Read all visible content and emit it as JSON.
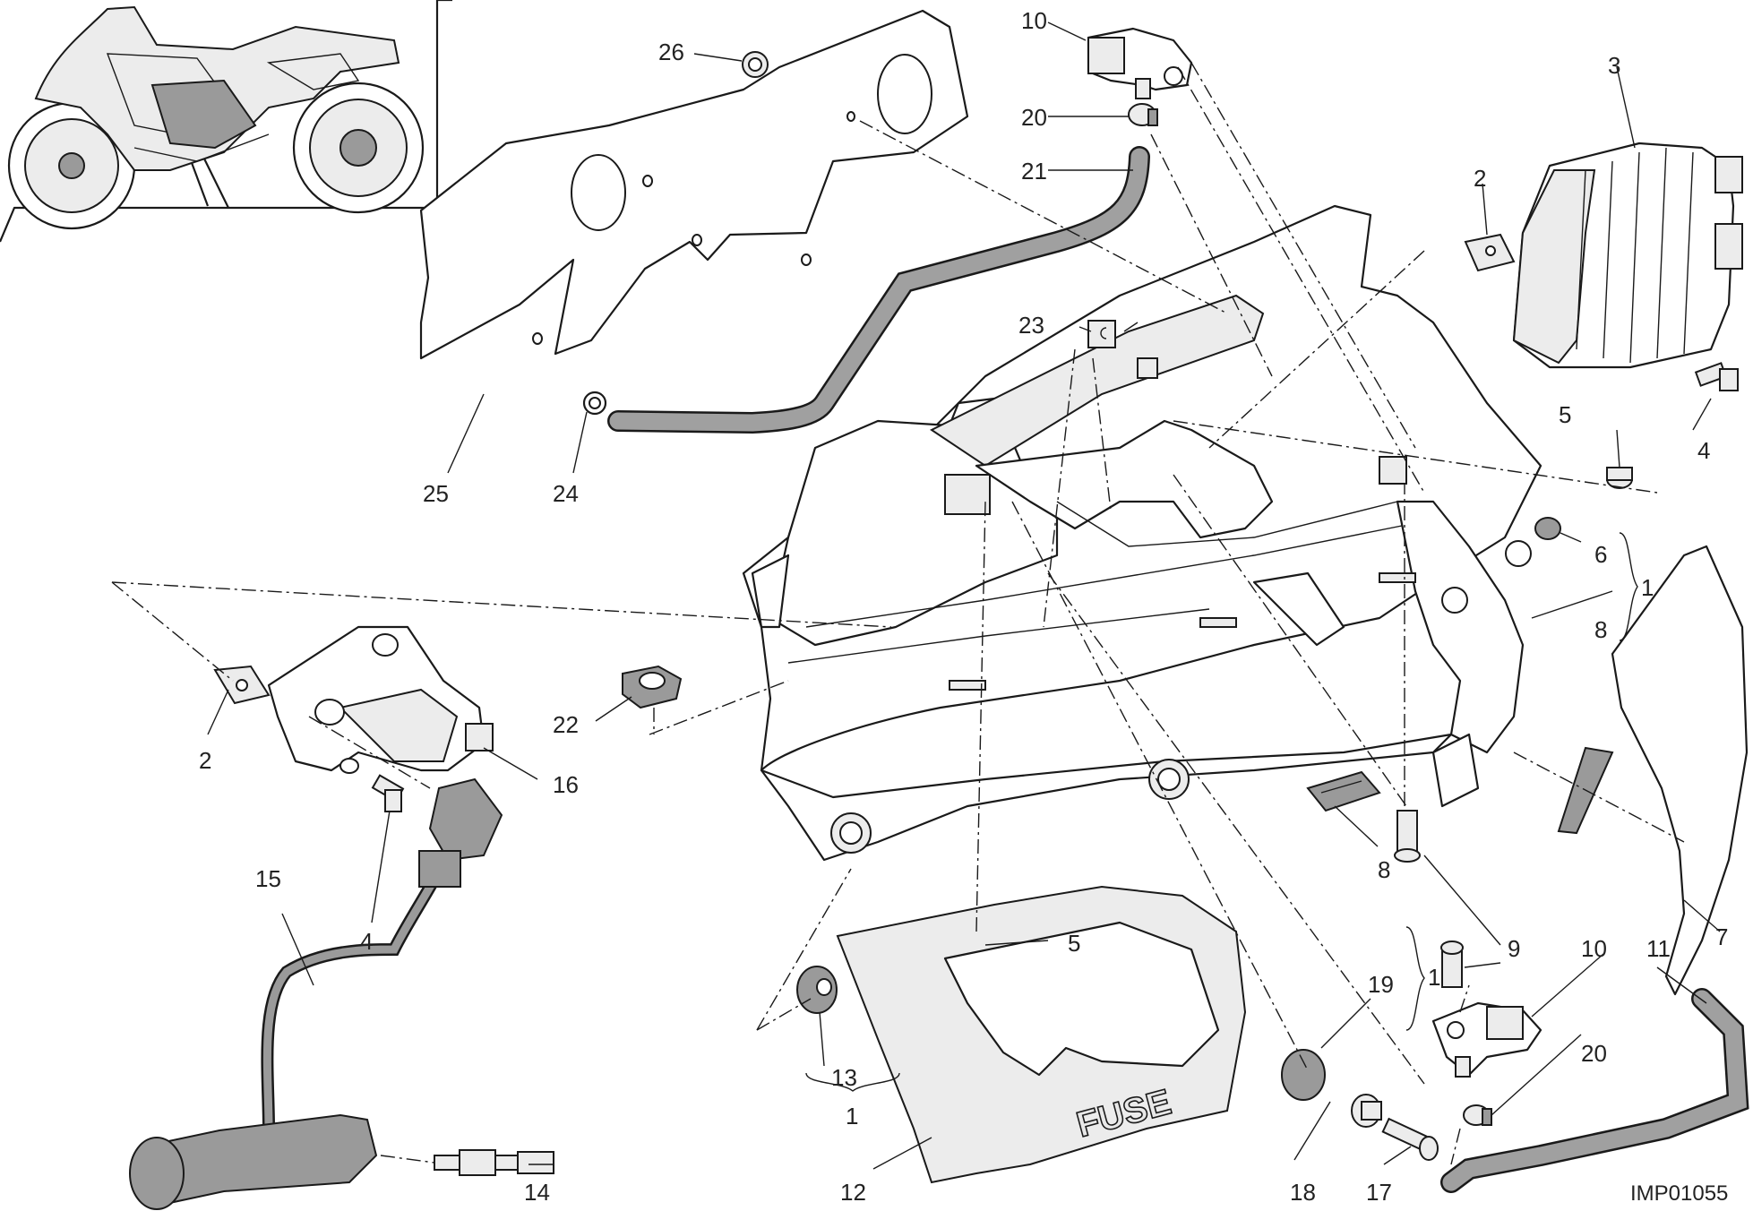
{
  "diagram": {
    "image_code": "IMP01055",
    "embossed_label": "FUSE",
    "callouts": [
      "26",
      "10",
      "20",
      "21",
      "3",
      "2",
      "23",
      "25",
      "24",
      "5",
      "4",
      "6",
      "1",
      "8",
      "22",
      "2",
      "16",
      "4",
      "15",
      "5",
      "8",
      "1",
      "9",
      "10",
      "11",
      "7",
      "19",
      "13",
      "1",
      "12",
      "14",
      "18",
      "17",
      "20"
    ]
  }
}
